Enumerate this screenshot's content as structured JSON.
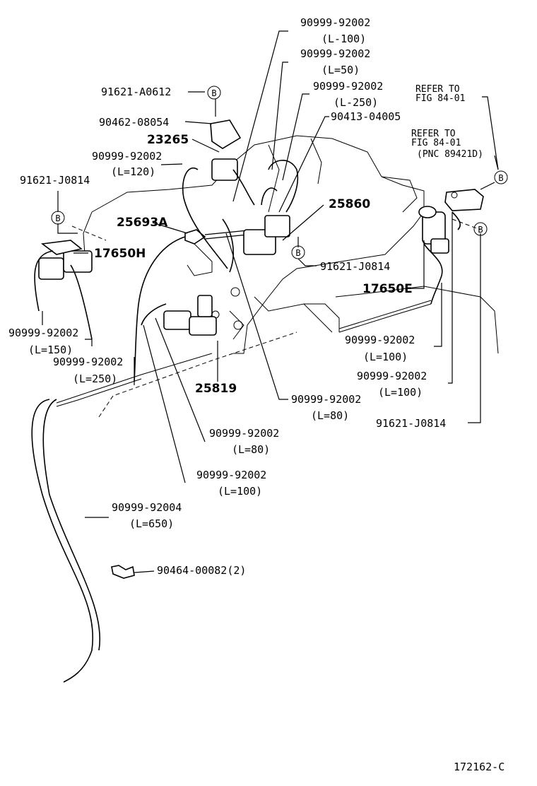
{
  "labels": {
    "p1_num": "90999-92002",
    "p1_len": "(L-100)",
    "p2_num": "90999-92002",
    "p2_len": "(L=50)",
    "p3_num": "90999-92002",
    "p3_len": "(L-250)",
    "p4_num": "90413-04005",
    "refer1_a": "REFER TO",
    "refer1_b": "FIG 84-01",
    "refer2_a": "REFER TO",
    "refer2_b": "FIG 84-01",
    "refer2_c": "(PNC 89421D)",
    "p5_num": "91621-A0612",
    "p6_num": "90462-08054",
    "p7_num": "23265",
    "p8_num": "90999-92002",
    "p8_len": "(L=120)",
    "p9_num": "91621-J0814",
    "p10_num": "25860",
    "p11_num": "25693A",
    "p12_num": "17650H",
    "p13_num": "91621-J0814",
    "p14_num": "17650E",
    "p15_num": "90999-92002",
    "p15_len": "(L=150)",
    "p16_num": "90999-92002",
    "p16_len": "(L=100)",
    "p17_num": "90999-92002",
    "p17_len": "(L=250)",
    "p18_num": "90999-92002",
    "p18_len": "(L=100)",
    "p19_num": "25819",
    "p20_num": "90999-92002",
    "p20_len": "(L=80)",
    "p21_num": "91621-J0814",
    "p22_num": "90999-92002",
    "p22_len": "(L=80)",
    "p23_num": "90999-92002",
    "p23_len": "(L=100)",
    "p24_num": "90999-92004",
    "p24_len": "(L=650)",
    "p25_num": "90464-00082(2)",
    "fig_code": "172162-C"
  },
  "markers": {
    "b": "B"
  }
}
